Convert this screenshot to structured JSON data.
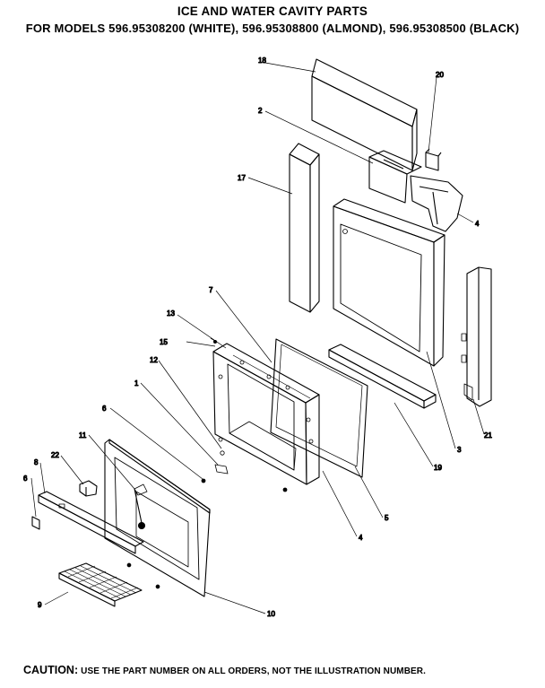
{
  "header": {
    "title": "ICE AND WATER CAVITY PARTS",
    "subtitle": "FOR MODELS 596.95308200 (WHITE), 596.95308800 (ALMOND), 596.95308500 (BLACK)"
  },
  "callouts": [
    {
      "id": "c-18",
      "text": "18"
    },
    {
      "id": "c-20",
      "text": "20"
    },
    {
      "id": "c-2",
      "text": "2"
    },
    {
      "id": "c-17",
      "text": "17"
    },
    {
      "id": "c-4a",
      "text": "4"
    },
    {
      "id": "c-7",
      "text": "7"
    },
    {
      "id": "c-13",
      "text": "13"
    },
    {
      "id": "c-15",
      "text": "15"
    },
    {
      "id": "c-12",
      "text": "12"
    },
    {
      "id": "c-1",
      "text": "1"
    },
    {
      "id": "c-6a",
      "text": "6"
    },
    {
      "id": "c-11",
      "text": "11"
    },
    {
      "id": "c-22",
      "text": "22"
    },
    {
      "id": "c-8",
      "text": "8"
    },
    {
      "id": "c-6b",
      "text": "6"
    },
    {
      "id": "c-9",
      "text": "9"
    },
    {
      "id": "c-10",
      "text": "10"
    },
    {
      "id": "c-4b",
      "text": "4"
    },
    {
      "id": "c-5",
      "text": "5"
    },
    {
      "id": "c-19",
      "text": "19"
    },
    {
      "id": "c-3",
      "text": "3"
    },
    {
      "id": "c-21",
      "text": "21"
    }
  ],
  "footer": {
    "caution_label": "CAUTION:",
    "caution_text": "USE THE PART NUMBER ON ALL ORDERS, NOT THE ILLUSTRATION NUMBER."
  }
}
